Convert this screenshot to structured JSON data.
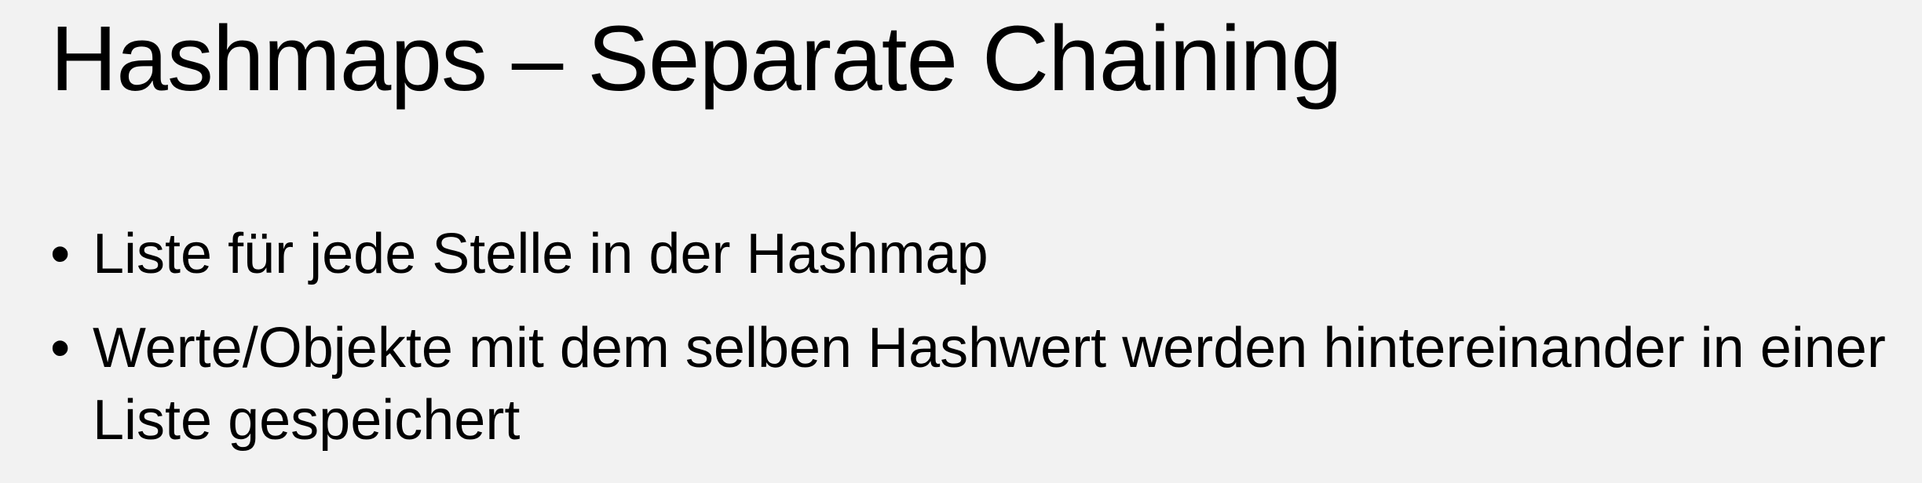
{
  "slide": {
    "title": "Hashmaps – Separate Chaining",
    "bullet_glyph": "•",
    "bullets": [
      "Liste für jede Stelle in der Hashmap",
      "Werte/Objekte mit dem selben Hashwert werden hintereinander in einer Liste gespeichert"
    ]
  },
  "colors": {
    "background": "#f2f2f2",
    "text": "#000000"
  }
}
